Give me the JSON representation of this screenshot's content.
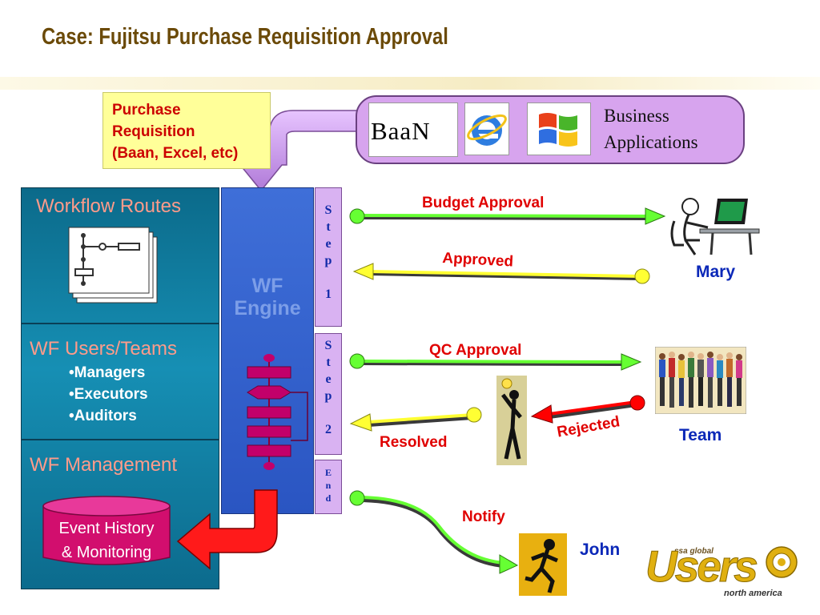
{
  "slide": {
    "title": "Case: Fujitsu Purchase Requisition Approval"
  },
  "purchase_requisition": {
    "text": "Purchase\nRequisition\n(Baan, Excel, etc)"
  },
  "business_applications": {
    "label": "Business\nApplications",
    "baan_logo_text": "BaaN",
    "icons": [
      "baan-logo",
      "internet-explorer-icon",
      "windows-logo-icon"
    ]
  },
  "left_panel": {
    "workflow_routes": "Workflow Routes",
    "users_teams": "WF Users/Teams",
    "bullets": [
      "•Managers",
      "•Executors",
      "•Auditors"
    ],
    "management": "WF Management",
    "event_history": "Event History\n& Monitoring"
  },
  "engine": {
    "label": "WF\nEngine"
  },
  "steps": {
    "step1": "S\nt\ne\np\n\n1",
    "step2": "S\nt\ne\np\n\n2",
    "end": "E\nn\nd"
  },
  "flows": {
    "budget_approval": "Budget Approval",
    "approved": "Approved",
    "qc_approval": "QC Approval",
    "rejected": "Rejected",
    "resolved": "Resolved",
    "notify": "Notify"
  },
  "people": {
    "mary": "Mary",
    "team": "Team",
    "john": "John"
  },
  "branding": {
    "logo_small": "ssa global",
    "logo_main": "Users",
    "logo_sub": "north america"
  },
  "colors": {
    "accent_red": "#e00000",
    "name_blue": "#0b28b8",
    "panel_teal": "#1185ab",
    "step_lavender": "#d9b2f2"
  }
}
